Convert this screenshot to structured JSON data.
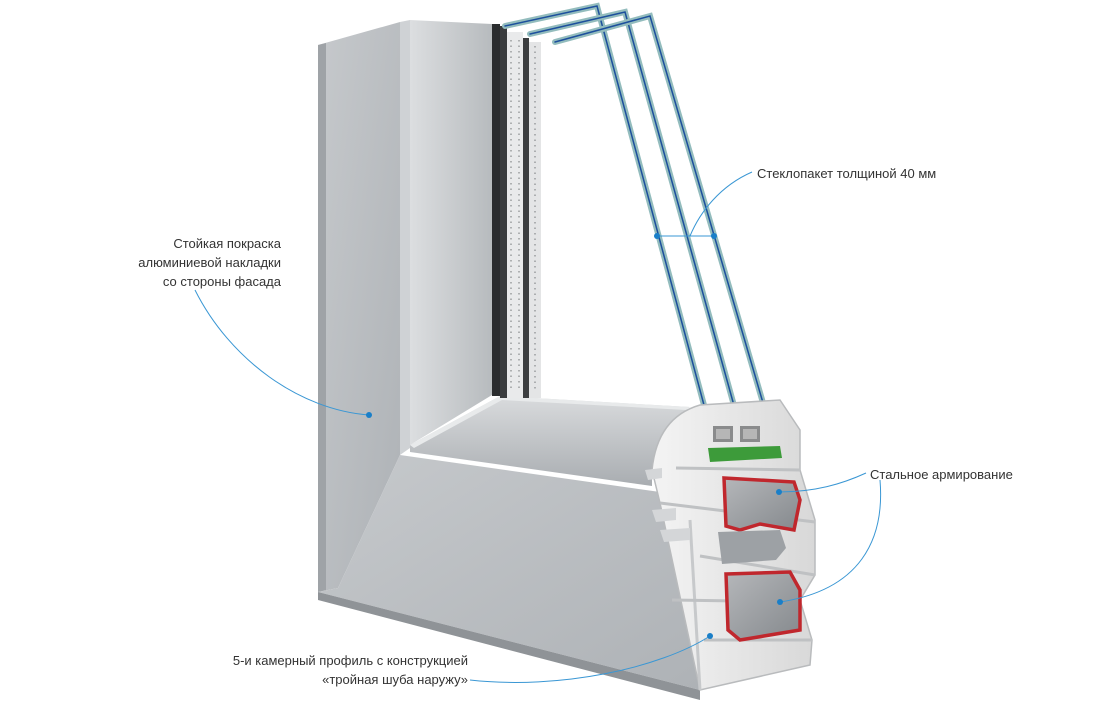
{
  "colors": {
    "callout_line": "#3a97d4",
    "callout_dot": "#1a7fc8",
    "frame_face": "#b9bcc0",
    "frame_shadow": "#a4a8ad",
    "glass_edge": "#8fb8b8",
    "steel_reinforcement": "#c0272d",
    "seal": "#3d9b3a",
    "label_text": "#333333"
  },
  "labels": {
    "glass_unit": "Стеклопакет толщиной 40 мм",
    "paint": [
      "Стойкая покраска",
      "алюминиевой накладки",
      "со стороны фасада"
    ],
    "steel": "Стальное армирование",
    "profile": [
      "5-и камерный профиль с конструкцией",
      "«тройная шуба наружу»"
    ]
  }
}
